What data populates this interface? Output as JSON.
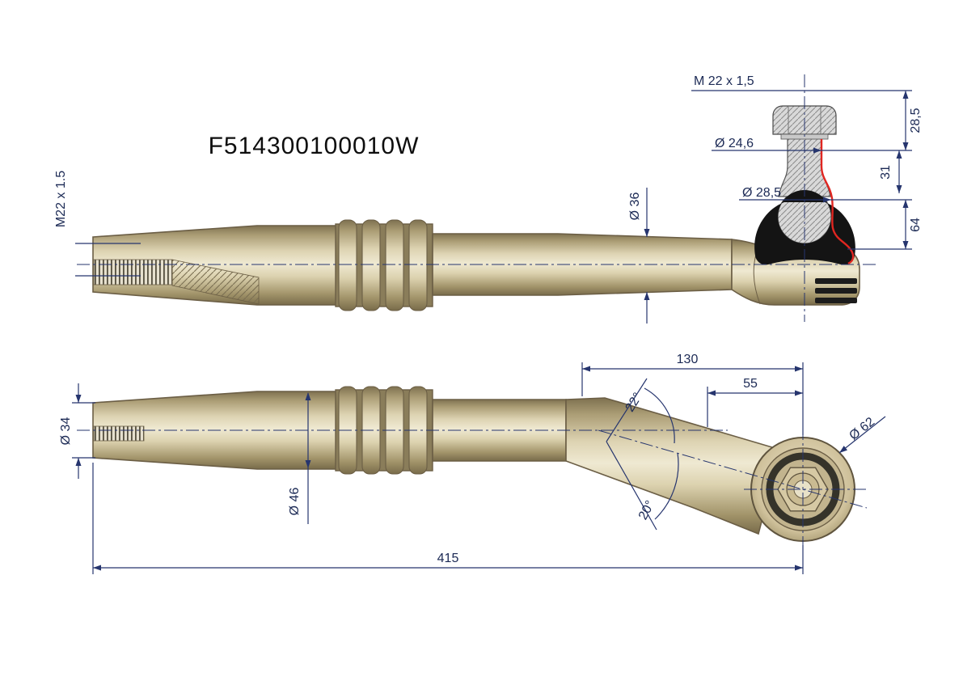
{
  "drawing": {
    "part_number": "F514300100010W",
    "top_view": {
      "thread_label": "M22 x 1.5",
      "stud_thread_label": "M 22 x 1,5",
      "stud_diameter_label": "Ø 24,6",
      "ball_diameter_label": "Ø 28,5",
      "shaft_diameter_label": "Ø 36",
      "dim_28_5": "28,5",
      "dim_31": "31",
      "dim_64": "64"
    },
    "bottom_view": {
      "tip_diameter_label": "Ø 34",
      "body_diameter_label": "Ø 46",
      "housing_diameter_label": "Ø 62",
      "dim_130": "130",
      "dim_55": "55",
      "angle_upper": "22°",
      "angle_lower": "20°",
      "dim_415": "415"
    },
    "colors": {
      "body": "#c9bb97",
      "outline": "#6b5e45",
      "dimension_line": "#26356e",
      "dimension_text": "#1c2a55",
      "section_red": "#e02621",
      "boot_black": "#141414"
    }
  }
}
